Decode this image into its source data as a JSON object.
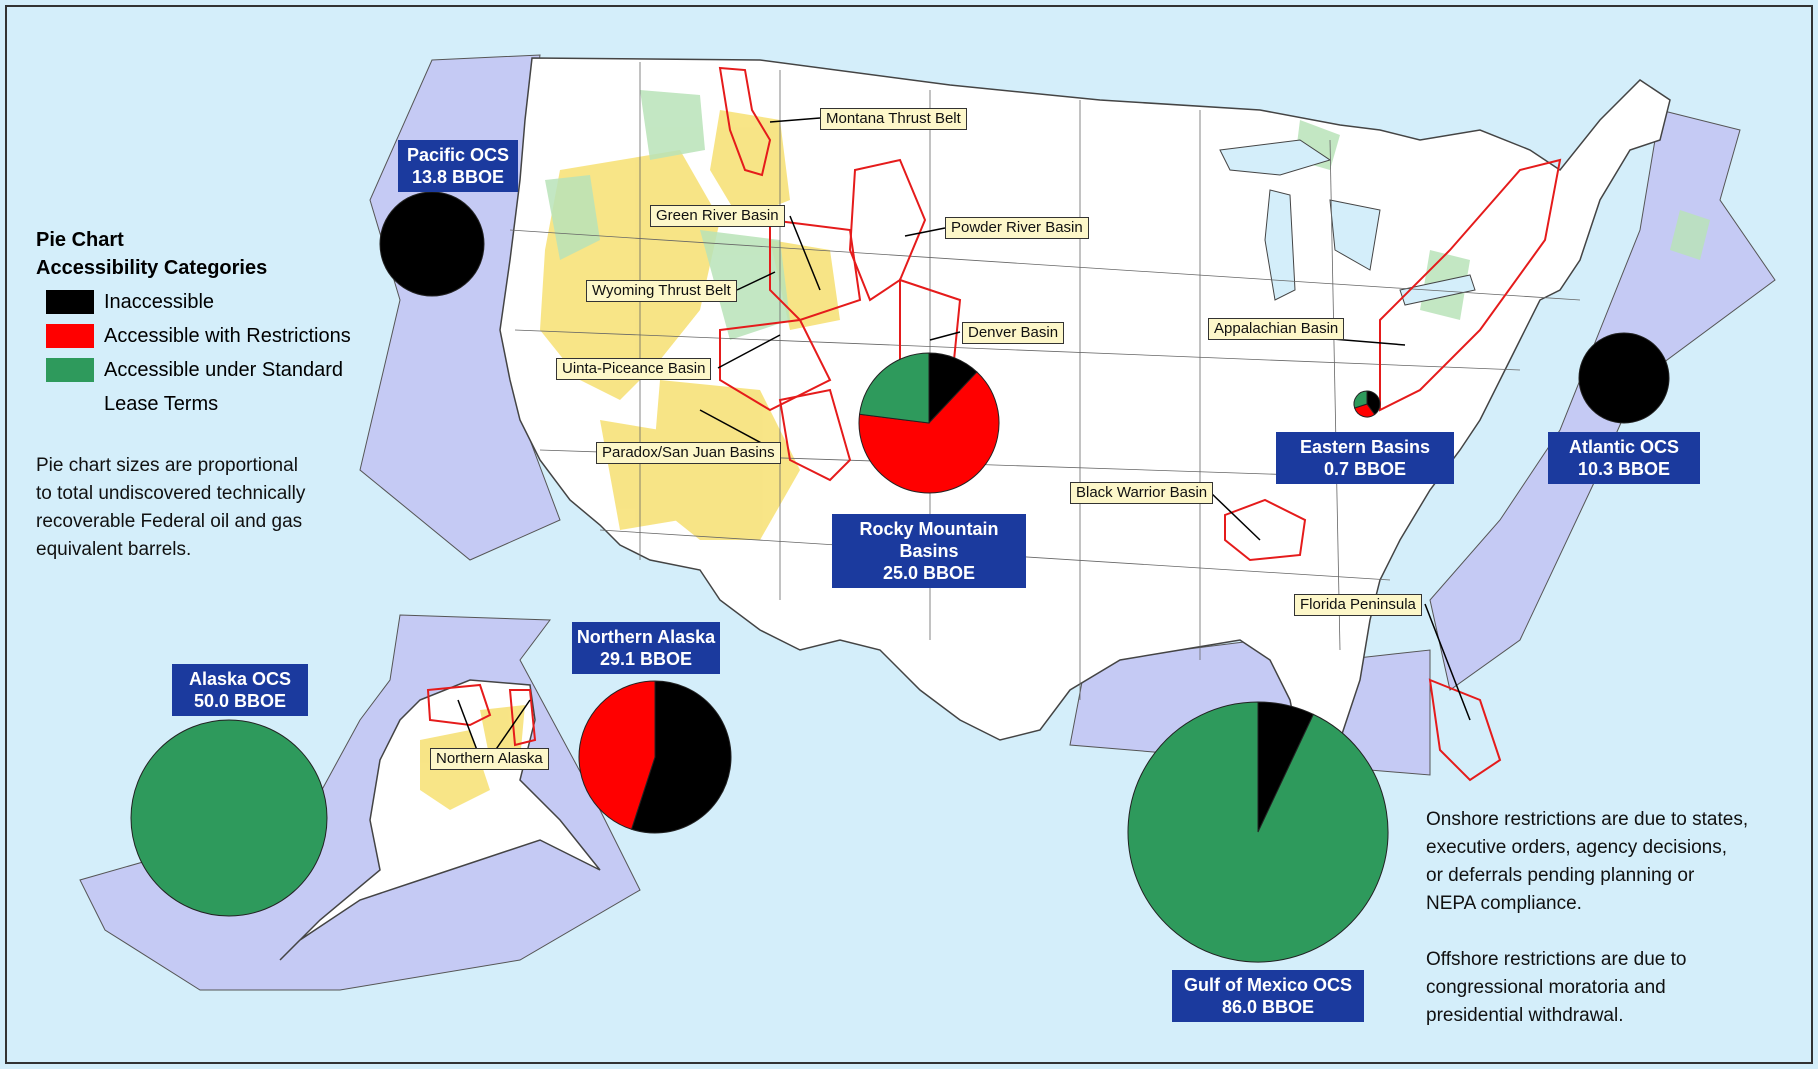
{
  "legend": {
    "title_line1": "Pie Chart",
    "title_line2": "Accessibility Categories",
    "categories": [
      {
        "label": "Inaccessible",
        "color": "#000000"
      },
      {
        "label": "Accessible with Restrictions",
        "color": "#ff0000"
      },
      {
        "label": "Accessible under Standard",
        "color": "#2e9a5c"
      }
    ],
    "category_cont": "Lease Terms",
    "size_note": [
      "Pie chart sizes are proportional",
      "to total undiscovered technically",
      "recoverable Federal oil and gas",
      "equivalent barrels."
    ]
  },
  "notes": {
    "onshore": [
      "Onshore restrictions are due to states,",
      "executive orders, agency decisions,",
      "or deferrals pending planning or",
      "NEPA compliance."
    ],
    "offshore": [
      "Offshore restrictions are due to",
      "congressional moratoria and",
      "presidential withdrawal."
    ]
  },
  "regions": [
    {
      "name": "Pacific OCS",
      "value": "13.8 BBOE",
      "inaccessible": 1.0,
      "restricted": 0.0,
      "standard": 0.0
    },
    {
      "name": "Rocky Mountain Basins",
      "value": "25.0 BBOE",
      "inaccessible": 0.12,
      "restricted": 0.65,
      "standard": 0.23
    },
    {
      "name": "Eastern Basins",
      "value": "0.7 BBOE",
      "inaccessible": 0.4,
      "restricted": 0.3,
      "standard": 0.3
    },
    {
      "name": "Atlantic OCS",
      "value": "10.3 BBOE",
      "inaccessible": 1.0,
      "restricted": 0.0,
      "standard": 0.0
    },
    {
      "name": "Alaska OCS",
      "value": "50.0 BBOE",
      "inaccessible": 0.0,
      "restricted": 0.0,
      "standard": 1.0
    },
    {
      "name": "Northern Alaska",
      "value": "29.1 BBOE",
      "inaccessible": 0.55,
      "restricted": 0.45,
      "standard": 0.0
    },
    {
      "name": "Gulf of Mexico OCS",
      "value": "86.0 BBOE",
      "inaccessible": 0.07,
      "restricted": 0.0,
      "standard": 0.93
    }
  ],
  "basins": [
    "Montana Thrust Belt",
    "Green River Basin",
    "Powder River Basin",
    "Wyoming Thrust Belt",
    "Denver Basin",
    "Uinta-Piceance Basin",
    "Paradox/San Juan Basins",
    "Appalachian Basin",
    "Black Warrior Basin",
    "Florida Peninsula",
    "Northern Alaska"
  ],
  "colors": {
    "ocean": "#d4eefa",
    "ocs_zone": "#c5caf4",
    "land": "#ffffff",
    "federal_land": "#f7e27a",
    "box": "#1b3a9e",
    "callout": "#fdf7c9"
  }
}
